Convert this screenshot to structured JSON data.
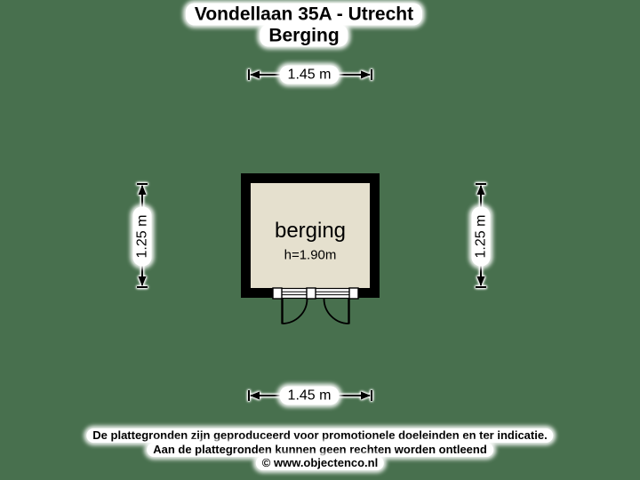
{
  "title": {
    "line1": "Vondellaan 35A - Utrecht",
    "line2": "Berging"
  },
  "floor_plan": {
    "room_name": "berging",
    "ceiling_height": "h=1.90m"
  },
  "dimensions": {
    "top": "1.45 m",
    "bottom": "1.45 m",
    "left": "1.25 m",
    "right": "1.25 m"
  },
  "footer": {
    "line1": "De plattegronden zijn geproduceerd voor promotionele doeleinden en ter indicatie.",
    "line2": "Aan de plattegronden kunnen geen rechten worden ontleend",
    "line3": "© www.objectenco.nl"
  },
  "colors": {
    "background": "#48704E",
    "room_fill": "#E5E0CE",
    "wall": "#000000",
    "label_background": "#FFFFFF",
    "text": "#000000"
  }
}
